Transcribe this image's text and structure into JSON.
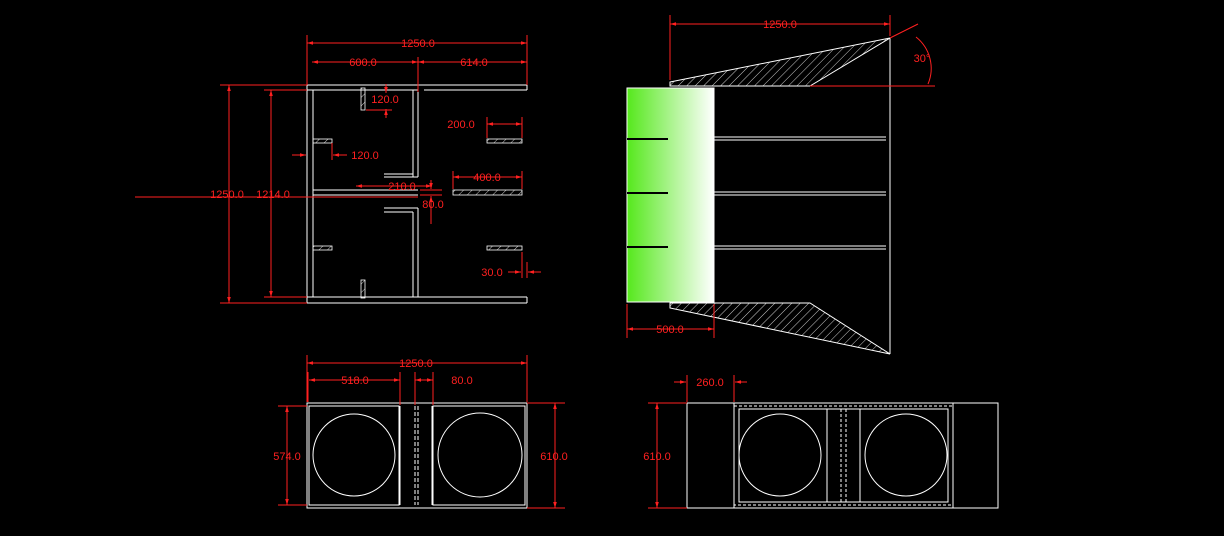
{
  "colors": {
    "background": "#000000",
    "line": "#ffffff",
    "dimension": "#ff2020",
    "fill_gradient_start": "#55e81c",
    "fill_gradient_end": "#ffffff"
  },
  "top_left_view": {
    "dim_total_width": "1250.0",
    "dim_left_width": "600.0",
    "dim_right_width": "614.0",
    "dim_total_height": "1250.0",
    "dim_inner_height": "1214.0",
    "dim_fin_top": "120.0",
    "dim_fin_left": "120.0",
    "dim_slot": "210.0",
    "dim_gap": "80.0",
    "dim_fin_200": "200.0",
    "dim_fin_400": "400.0",
    "dim_thickness": "30.0"
  },
  "top_right_view": {
    "dim_length": "1250.0",
    "dim_angle": "30°",
    "dim_throat": "500.0"
  },
  "bottom_left_view": {
    "dim_width": "1250.0",
    "dim_chamber": "518.0",
    "dim_divider": "80.0",
    "dim_inner_height": "574.0",
    "dim_outer_height": "610.0"
  },
  "bottom_right_view": {
    "dim_offset": "260.0",
    "dim_height": "610.0"
  }
}
